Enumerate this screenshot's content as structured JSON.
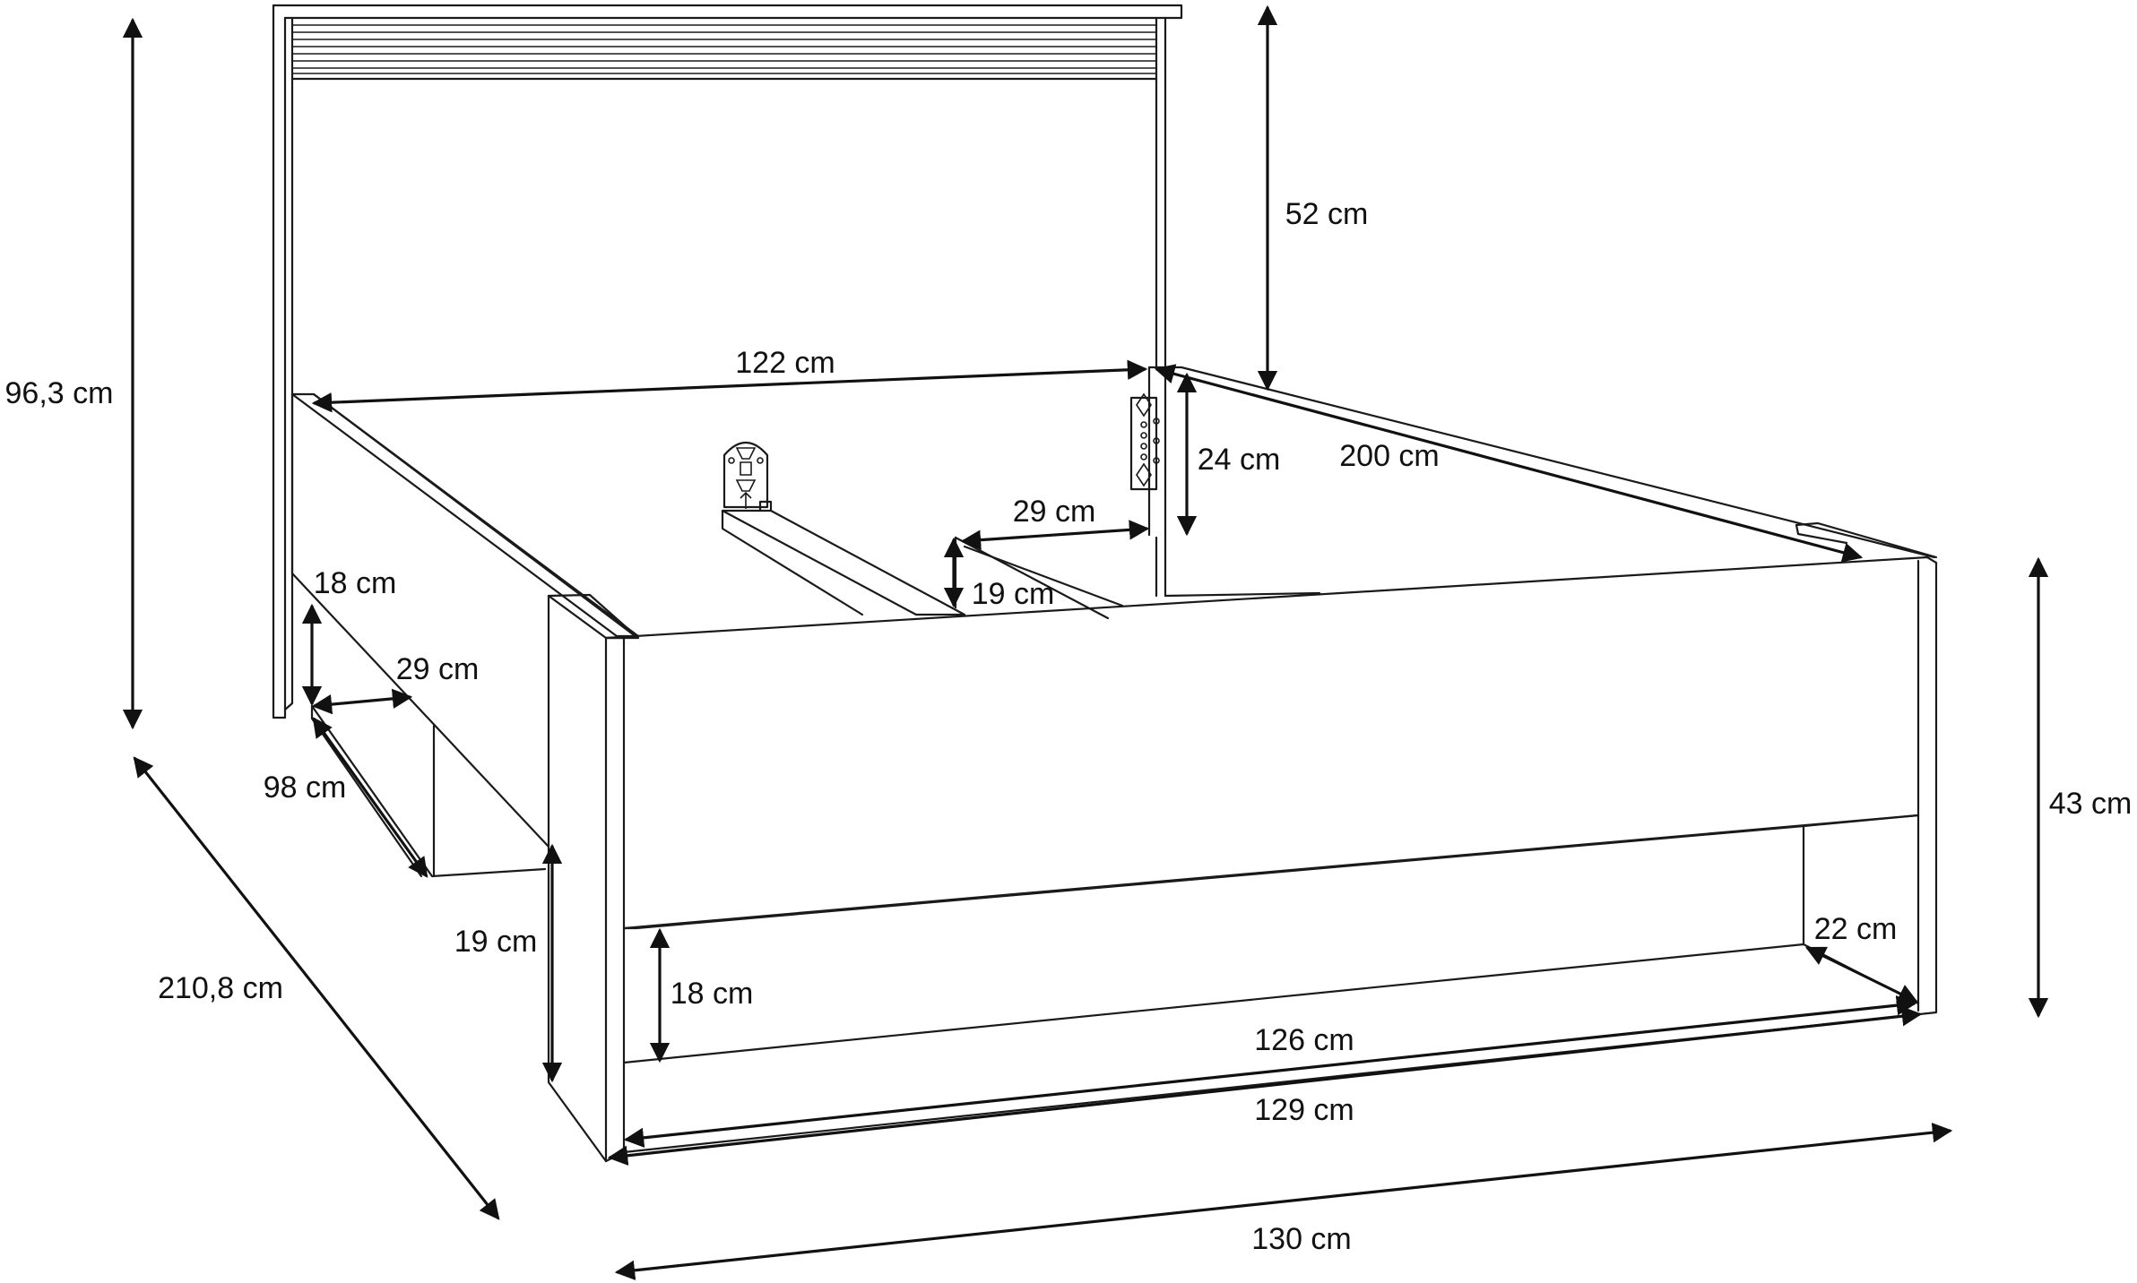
{
  "labels": {
    "height_total": "96,3 cm",
    "headboard_panel": "52 cm",
    "inner_width": "122 cm",
    "side_panel_height": "24 cm",
    "inner_length": "200 cm",
    "slat_support_distance": "29 cm",
    "slat_support_height": "19 cm",
    "leg_height_top": "18 cm",
    "leg_depth": "29 cm",
    "drawer_length": "98 cm",
    "total_length": "210,8 cm",
    "footboard_clearance": "19 cm",
    "bed_height": "43 cm",
    "drawer_depth": "22 cm",
    "drawer_height": "18 cm",
    "drawer_width": "126 cm",
    "front_width": "129 cm",
    "total_width": "130 cm"
  },
  "colors": {
    "line": "#1a1a1a",
    "background": "#ffffff"
  }
}
